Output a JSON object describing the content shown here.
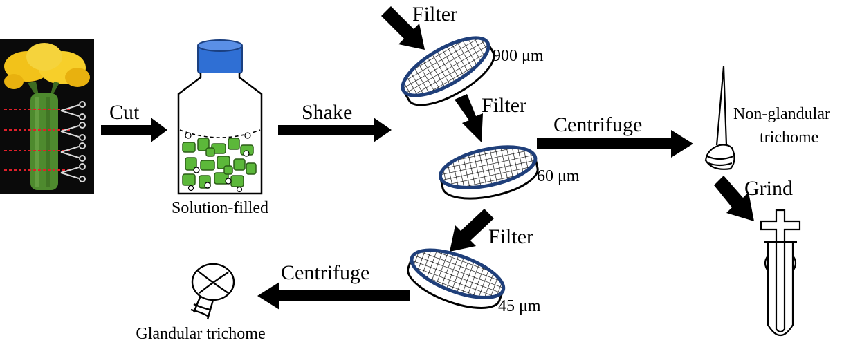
{
  "labels": {
    "cut": "Cut",
    "shake": "Shake",
    "filter_1": "Filter",
    "filter_2": "Filter",
    "filter_3": "Filter",
    "centrifuge_right": "Centrifuge",
    "centrifuge_bottom": "Centrifuge",
    "grind": "Grind",
    "solution_filled": "Solution-filled",
    "non_glandular_1": "Non-glandular",
    "non_glandular_2": "trichome",
    "glandular": "Glandular trichome"
  },
  "mesh_sizes": {
    "mesh_900": "900 μm",
    "mesh_60": "60 μm",
    "mesh_45": "45 μm"
  },
  "colors": {
    "flower_petal": "#f2c21a",
    "stem_green": "#4e8a2e",
    "cut_line": "#e0202a",
    "bottle_cap": "#2f6fd4",
    "tissue_green": "#5cb83a",
    "filter_rim": "#1f3f7a",
    "arrow": "#000000"
  },
  "icons": {
    "scissors": "scissors-icon",
    "bottle": "bottle-icon",
    "filter": "filter-sieve-icon",
    "tube": "grinding-tube-icon"
  }
}
